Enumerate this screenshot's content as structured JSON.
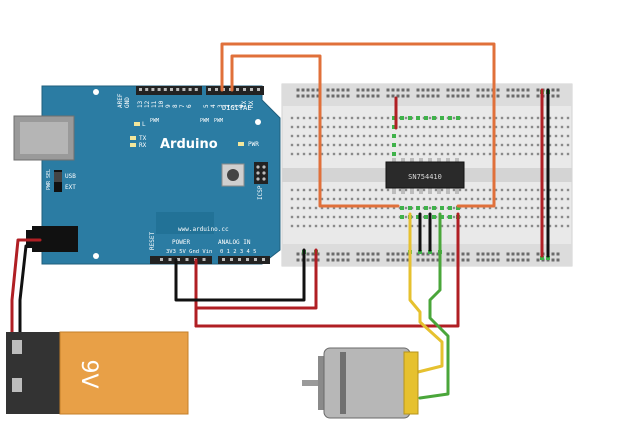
{
  "arduino": {
    "brand": "Arduino",
    "website": "www.arduino.cc",
    "digital_label": "DIGITAL",
    "aref_label": "AREF",
    "gnd_label": "GND",
    "digital_pin_numbers": [
      "13",
      "12",
      "11",
      "10",
      "9",
      "8",
      "7",
      "6",
      "5",
      "4",
      "3",
      "2",
      "1",
      "0"
    ],
    "tx_rx_pins": [
      "TX",
      "RX"
    ],
    "pwm_label": "PWM",
    "led_l": "L",
    "led_tx": "TX",
    "led_rx": "RX",
    "pwr_label": "PWR",
    "icsp_label": "ICSP",
    "pwr_sel_label": "PWR SEL",
    "usb_label": "USB",
    "ext_label": "EXT",
    "reset_label": "RESET",
    "power_label": "POWER",
    "analog_label": "ANALOG IN",
    "power_pins": "3V3 5V Gnd Vin",
    "analog_pins": "0 1 2 3 4 5",
    "board_color": "#2b7ca3"
  },
  "chip": {
    "label": "SN754410"
  },
  "battery": {
    "label": "9V",
    "body_color": "#e8a047",
    "top_color": "#333333"
  },
  "wires": {
    "orange": "#e0703a",
    "red": "#b01f24",
    "black": "#111111",
    "yellow": "#e6c12f",
    "green": "#4aa63a"
  }
}
